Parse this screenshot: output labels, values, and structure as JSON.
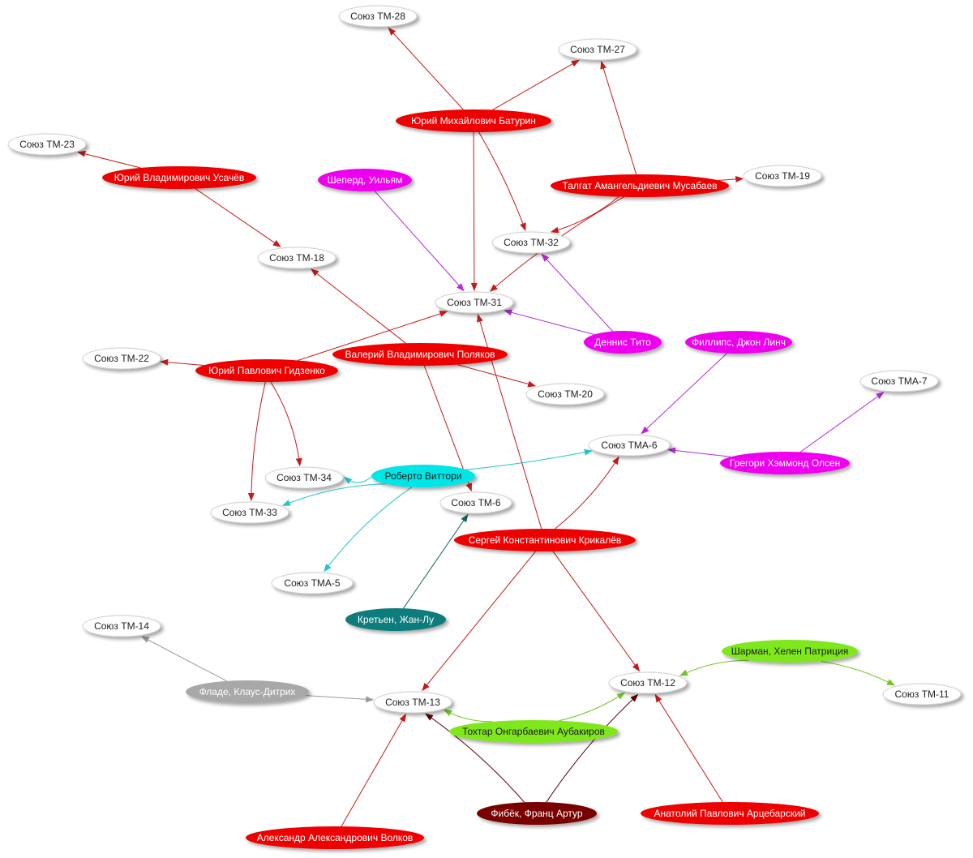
{
  "graph": {
    "palette": {
      "red": "#ee0000",
      "magenta": "#ee00ee",
      "cyan": "#00e5e5",
      "teal": "#0e7c7b",
      "lime": "#7fe81a",
      "gray": "#a8a8a8",
      "maroon": "#7a0000",
      "white": "#ffffff",
      "ship_text": "#222222",
      "person_text": "#ffffff",
      "person_text_dark": "#1a1a1a"
    },
    "nodes": [
      {
        "id": "tm28",
        "label": "Союз ТМ-28",
        "kind": "ship"
      },
      {
        "id": "tm27",
        "label": "Союз ТМ-27",
        "kind": "ship"
      },
      {
        "id": "baturin",
        "label": "Юрий Михайлович Батурин",
        "kind": "person",
        "color": "red"
      },
      {
        "id": "tm23",
        "label": "Союз ТМ-23",
        "kind": "ship"
      },
      {
        "id": "usachev",
        "label": "Юрий Владимирович Усачёв",
        "kind": "person",
        "color": "red"
      },
      {
        "id": "tm19",
        "label": "Союз ТМ-19",
        "kind": "ship"
      },
      {
        "id": "shepherd",
        "label": "Шеперд, Уильям",
        "kind": "person",
        "color": "magenta"
      },
      {
        "id": "musabaev",
        "label": "Талгат Амангельдиевич Мусабаев",
        "kind": "person",
        "color": "red"
      },
      {
        "id": "tm32",
        "label": "Союз ТМ-32",
        "kind": "ship"
      },
      {
        "id": "tm18",
        "label": "Союз ТМ-18",
        "kind": "ship"
      },
      {
        "id": "tm31",
        "label": "Союз ТМ-31",
        "kind": "ship"
      },
      {
        "id": "tito",
        "label": "Деннис Тито",
        "kind": "person",
        "color": "magenta"
      },
      {
        "id": "phillips",
        "label": "Филлипс, Джон Линч",
        "kind": "person",
        "color": "magenta"
      },
      {
        "id": "tm22",
        "label": "Союз ТМ-22",
        "kind": "ship"
      },
      {
        "id": "polyakov",
        "label": "Валерий Владимирович Поляков",
        "kind": "person",
        "color": "red"
      },
      {
        "id": "gidzenko",
        "label": "Юрий Павлович Гидзенко",
        "kind": "person",
        "color": "red"
      },
      {
        "id": "tm20",
        "label": "Союз ТМ-20",
        "kind": "ship"
      },
      {
        "id": "tma7",
        "label": "Союз ТМА-7",
        "kind": "ship"
      },
      {
        "id": "tma6",
        "label": "Союз ТМА-6",
        "kind": "ship"
      },
      {
        "id": "olsen",
        "label": "Грегори Хэммонд Олсен",
        "kind": "person",
        "color": "magenta"
      },
      {
        "id": "tm34",
        "label": "Союз ТМ-34",
        "kind": "ship"
      },
      {
        "id": "vittori",
        "label": "Роберто Виттори",
        "kind": "person",
        "color": "cyan"
      },
      {
        "id": "tm33",
        "label": "Союз ТМ-33",
        "kind": "ship"
      },
      {
        "id": "tm6",
        "label": "Союз ТМ-6",
        "kind": "ship"
      },
      {
        "id": "krikalev",
        "label": "Сергей Константинович Крикалёв",
        "kind": "person",
        "color": "red"
      },
      {
        "id": "tma5",
        "label": "Союз ТМА-5",
        "kind": "ship"
      },
      {
        "id": "chretien",
        "label": "Кретьен, Жан-Лу",
        "kind": "person",
        "color": "teal"
      },
      {
        "id": "tm14",
        "label": "Союз ТМ-14",
        "kind": "ship"
      },
      {
        "id": "sharman",
        "label": "Шарман, Хелен Патриция",
        "kind": "person",
        "color": "lime"
      },
      {
        "id": "tm12",
        "label": "Союз ТМ-12",
        "kind": "ship"
      },
      {
        "id": "tm11",
        "label": "Союз ТМ-11",
        "kind": "ship"
      },
      {
        "id": "flade",
        "label": "Фладе, Клаус-Дитрих",
        "kind": "person",
        "color": "gray"
      },
      {
        "id": "tm13",
        "label": "Союз ТМ-13",
        "kind": "ship"
      },
      {
        "id": "aubakirov",
        "label": "Тохтар Онгарбаевич Аубакиров",
        "kind": "person",
        "color": "lime"
      },
      {
        "id": "viehbock",
        "label": "Фибёк, Франц Артур",
        "kind": "person",
        "color": "maroon"
      },
      {
        "id": "artsebarsky",
        "label": "Анатолий Павлович Арцебарский",
        "kind": "person",
        "color": "red"
      },
      {
        "id": "volkov",
        "label": "Александр Александрович Волков",
        "kind": "person",
        "color": "red"
      }
    ],
    "edges": [
      {
        "from": "baturin",
        "to": "tm28",
        "color": "red"
      },
      {
        "from": "baturin",
        "to": "tm27",
        "color": "red"
      },
      {
        "from": "baturin",
        "to": "tm32",
        "color": "red"
      },
      {
        "from": "baturin",
        "to": "tm31",
        "color": "red"
      },
      {
        "from": "musabaev",
        "to": "tm27",
        "color": "red"
      },
      {
        "from": "musabaev",
        "to": "tm19",
        "color": "red"
      },
      {
        "from": "musabaev",
        "to": "tm32",
        "color": "red"
      },
      {
        "from": "musabaev",
        "to": "tm31",
        "color": "red"
      },
      {
        "from": "usachev",
        "to": "tm23",
        "color": "red"
      },
      {
        "from": "usachev",
        "to": "tm18",
        "color": "red"
      },
      {
        "from": "shepherd",
        "to": "tm31",
        "color": "magenta"
      },
      {
        "from": "tito",
        "to": "tm32",
        "color": "magenta"
      },
      {
        "from": "tito",
        "to": "tm31",
        "color": "magenta"
      },
      {
        "from": "gidzenko",
        "to": "tm22",
        "color": "red"
      },
      {
        "from": "gidzenko",
        "to": "tm31",
        "color": "red"
      },
      {
        "from": "gidzenko",
        "to": "tm34",
        "color": "red"
      },
      {
        "from": "gidzenko",
        "to": "tm33",
        "color": "red"
      },
      {
        "from": "polyakov",
        "to": "tm18",
        "color": "red"
      },
      {
        "from": "polyakov",
        "to": "tm20",
        "color": "red"
      },
      {
        "from": "polyakov",
        "to": "tm6",
        "color": "red"
      },
      {
        "from": "phillips",
        "to": "tma6",
        "color": "magenta"
      },
      {
        "from": "olsen",
        "to": "tma7",
        "color": "magenta"
      },
      {
        "from": "olsen",
        "to": "tma6",
        "color": "magenta"
      },
      {
        "from": "vittori",
        "to": "tma6",
        "color": "cyan"
      },
      {
        "from": "vittori",
        "to": "tm34",
        "color": "cyan"
      },
      {
        "from": "vittori",
        "to": "tm33",
        "color": "cyan"
      },
      {
        "from": "vittori",
        "to": "tma5",
        "color": "cyan"
      },
      {
        "from": "krikalev",
        "to": "tm31",
        "color": "red"
      },
      {
        "from": "krikalev",
        "to": "tma6",
        "color": "red"
      },
      {
        "from": "krikalev",
        "to": "tm13",
        "color": "red"
      },
      {
        "from": "krikalev",
        "to": "tm12",
        "color": "red"
      },
      {
        "from": "chretien",
        "to": "tm6",
        "color": "teal"
      },
      {
        "from": "flade",
        "to": "tm14",
        "color": "gray"
      },
      {
        "from": "flade",
        "to": "tm13",
        "color": "gray"
      },
      {
        "from": "sharman",
        "to": "tm12",
        "color": "lime"
      },
      {
        "from": "sharman",
        "to": "tm11",
        "color": "lime"
      },
      {
        "from": "aubakirov",
        "to": "tm13",
        "color": "lime"
      },
      {
        "from": "aubakirov",
        "to": "tm12",
        "color": "lime"
      },
      {
        "from": "viehbock",
        "to": "tm13",
        "color": "maroon"
      },
      {
        "from": "viehbock",
        "to": "tm12",
        "color": "maroon"
      },
      {
        "from": "artsebarsky",
        "to": "tm12",
        "color": "red"
      },
      {
        "from": "volkov",
        "to": "tm13",
        "color": "red"
      }
    ]
  }
}
